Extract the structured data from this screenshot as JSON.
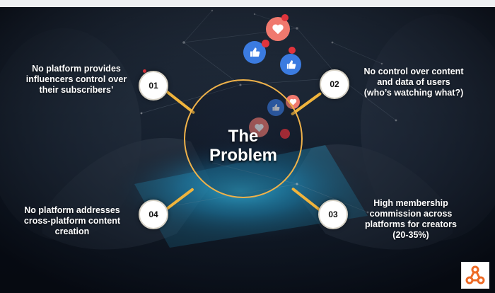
{
  "slide": {
    "title_line1": "The",
    "title_line2": "Problem",
    "points": [
      {
        "number": "01",
        "text_lines": [
          "No platform provides",
          "influencers control over",
          "their subscribers’"
        ]
      },
      {
        "number": "02",
        "text_lines": [
          "No control over content",
          "and data of users",
          "(who’s watching what?)"
        ]
      },
      {
        "number": "03",
        "text_lines": [
          "High membership",
          "commission across",
          "platforms for creators",
          "(20-35%)"
        ]
      },
      {
        "number": "04",
        "text_lines": [
          "No platform addresses",
          "cross-platform content",
          "creation"
        ]
      }
    ]
  },
  "colors": {
    "accent": "#f0b43c",
    "heart": "#e85a4f",
    "like": "#3b7be0",
    "logo": "#ee6a25"
  },
  "icons": {
    "logo": "network-triangle-logo-icon",
    "heart": "heart-icon",
    "like": "thumbs-up-icon"
  }
}
